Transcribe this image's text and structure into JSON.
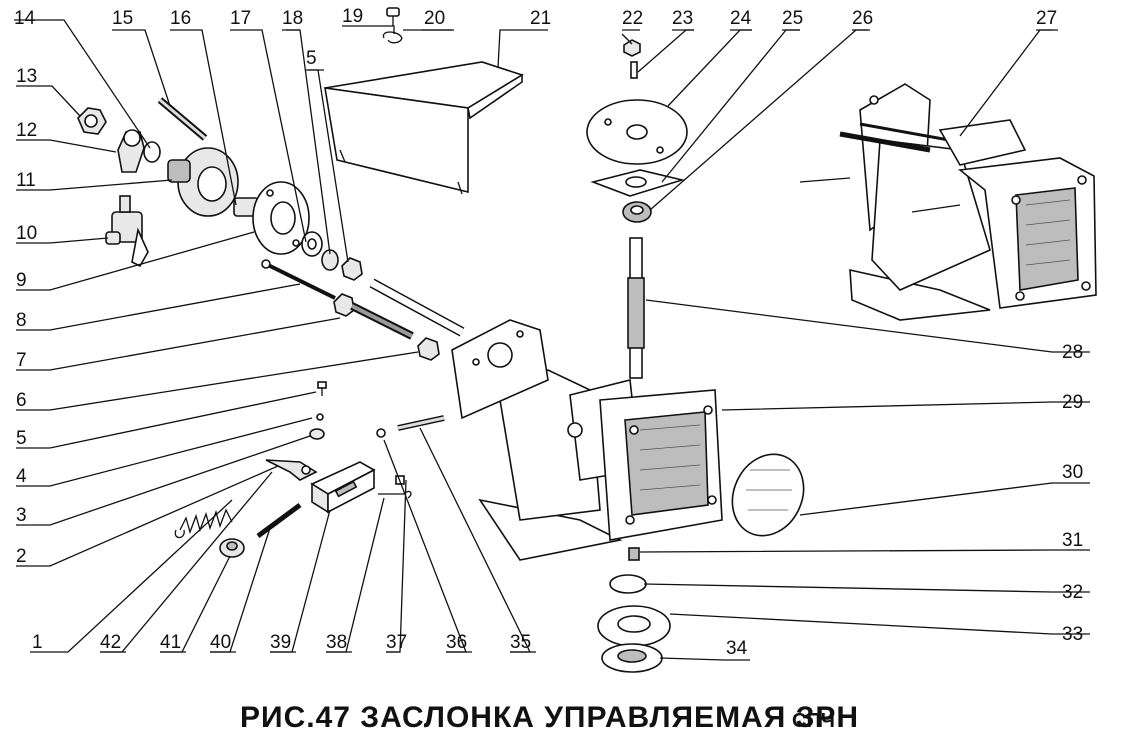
{
  "caption": {
    "main": "РИС.47 ЗАСЛОНКА УПРАВЛЯЕМАЯ ЗРН",
    "suffix": "СПЧ"
  },
  "callouts": [
    "1",
    "2",
    "3",
    "4",
    "5",
    "6",
    "7",
    "8",
    "9",
    "10",
    "11",
    "12",
    "13",
    "14",
    "15",
    "16",
    "17",
    "18",
    "19",
    "20",
    "21",
    "22",
    "23",
    "24",
    "25",
    "26",
    "27",
    "28",
    "29",
    "30",
    "31",
    "32",
    "33",
    "34",
    "35",
    "36",
    "37",
    "38",
    "39",
    "40",
    "41",
    "42",
    "5"
  ]
}
